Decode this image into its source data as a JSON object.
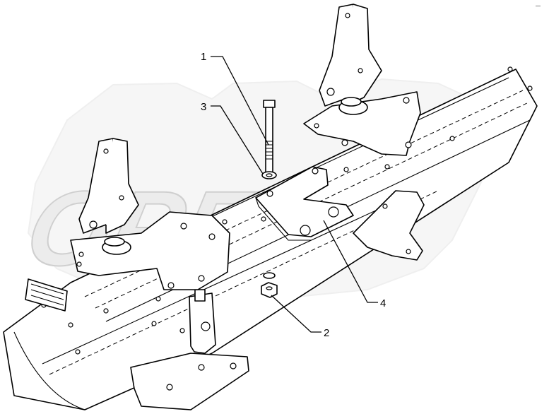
{
  "watermark": {
    "text": "OPEX"
  },
  "corner_mark": "—",
  "callouts": [
    {
      "number": "1",
      "part": "bolt"
    },
    {
      "number": "2",
      "part": "nut"
    },
    {
      "number": "3",
      "part": "washer"
    },
    {
      "number": "4",
      "part": "mounting-plate"
    }
  ]
}
